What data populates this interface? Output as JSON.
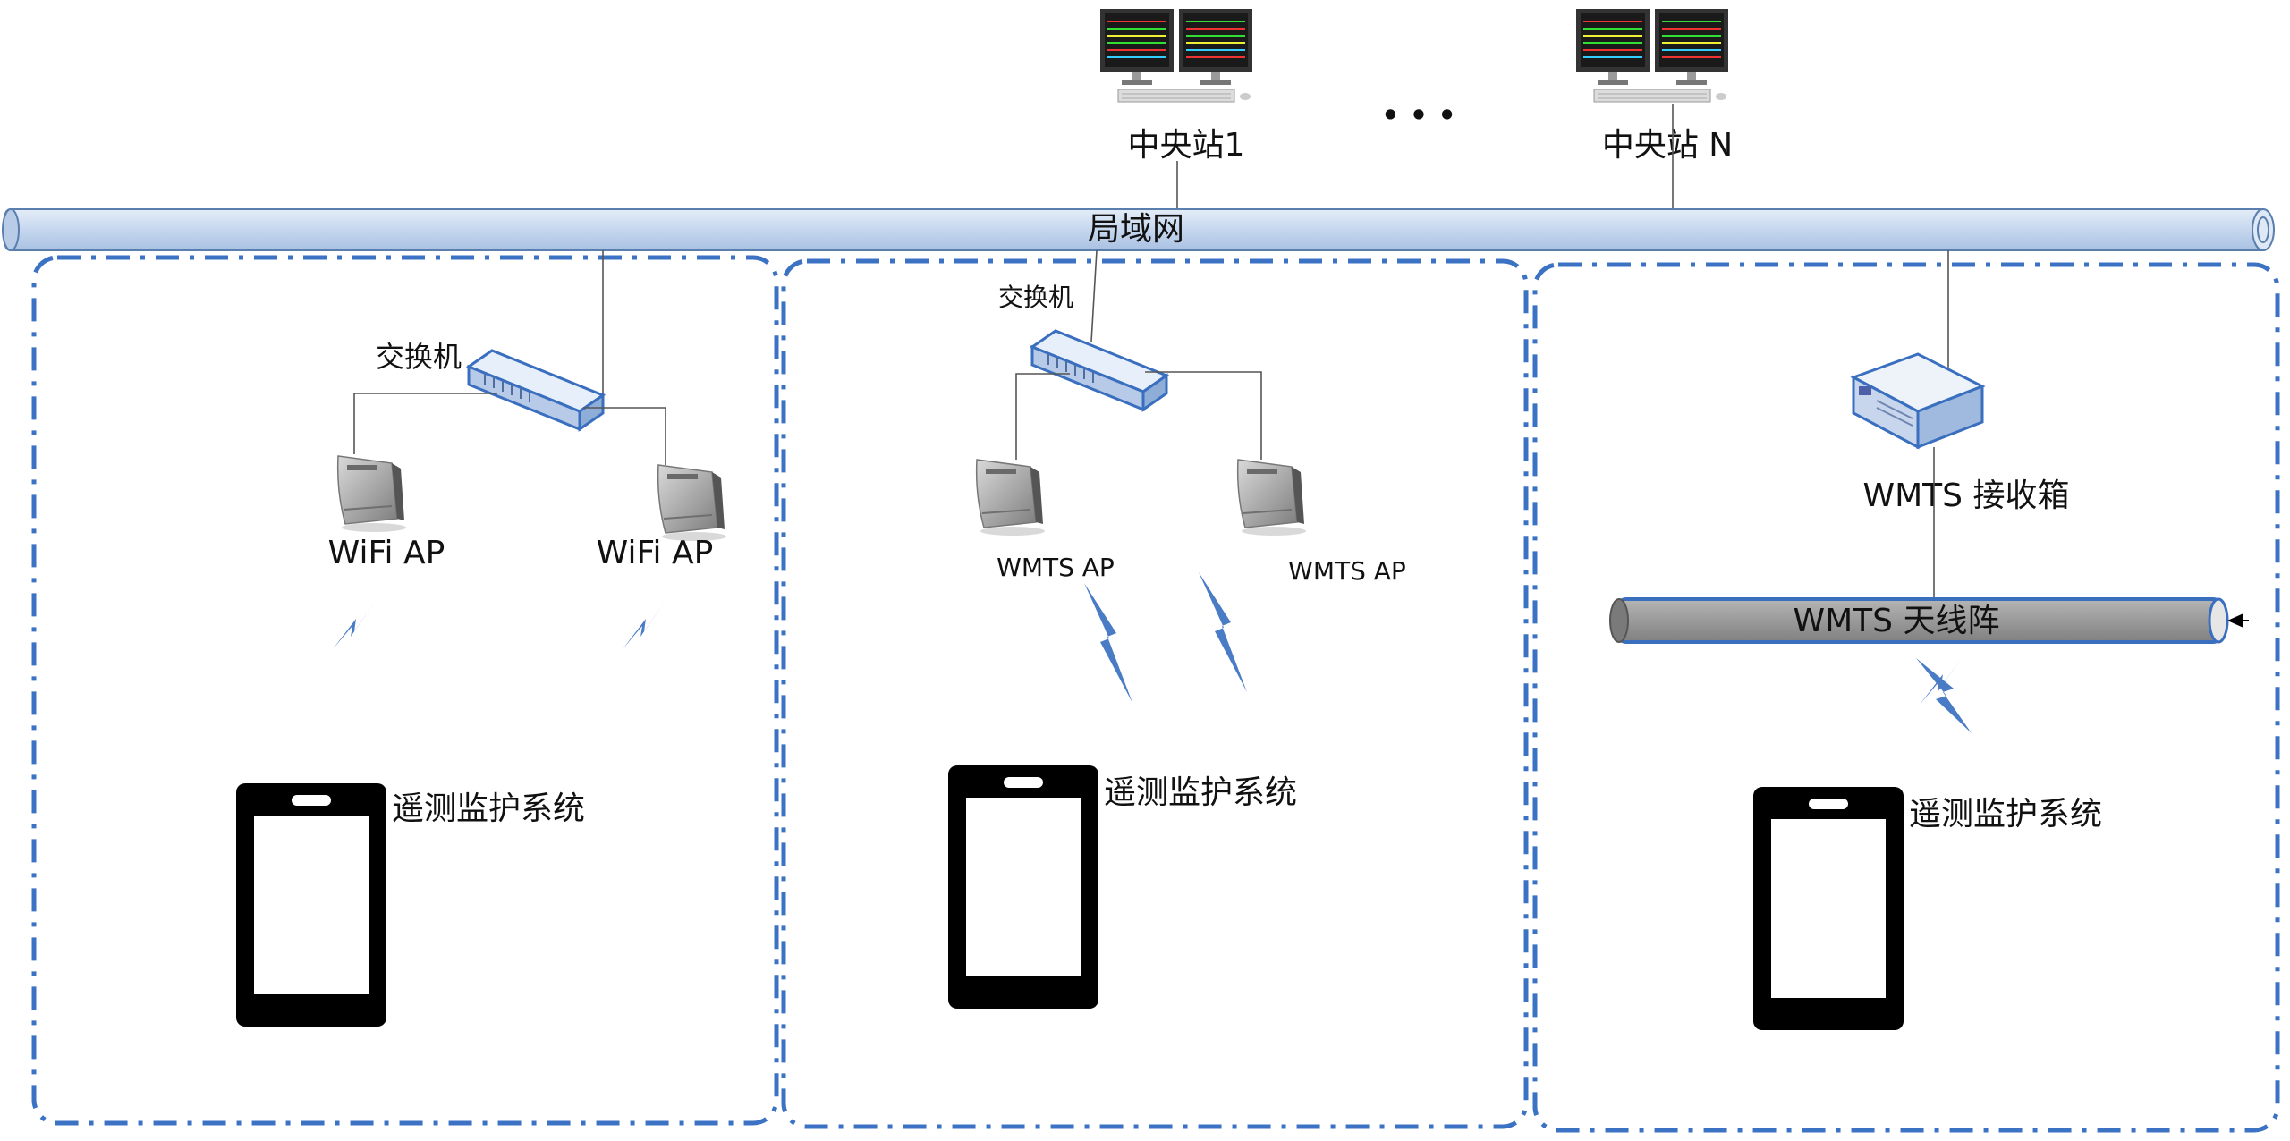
{
  "network": {
    "lan_label": "局域网",
    "ellipsis": "• • •",
    "central_stations": [
      {
        "label": "中央站1"
      },
      {
        "label": "中央站 N"
      }
    ]
  },
  "zones": {
    "wifi": {
      "switch_label": "交换机",
      "ap_labels": [
        "WiFi AP",
        "WiFi AP"
      ],
      "device_label": "遥测监护系统"
    },
    "wmts_ap": {
      "switch_label": "交换机",
      "ap_labels": [
        "WMTS AP",
        "WMTS AP"
      ],
      "device_label": "遥测监护系统"
    },
    "wmts_antenna": {
      "receiver_label": "WMTS 接收箱",
      "antenna_label": "WMTS 天线阵",
      "device_label": "遥测监护系统"
    }
  },
  "colors": {
    "accent": "#3b72c4",
    "lan_fill": "#c9d9ee",
    "antenna_fill": "#9a9a9a",
    "device_body": "#000000"
  },
  "icons": [
    "monitor-icon",
    "switch-icon",
    "access-point-icon",
    "wireless-signal-icon",
    "receiver-box-icon",
    "phone-device-icon"
  ]
}
